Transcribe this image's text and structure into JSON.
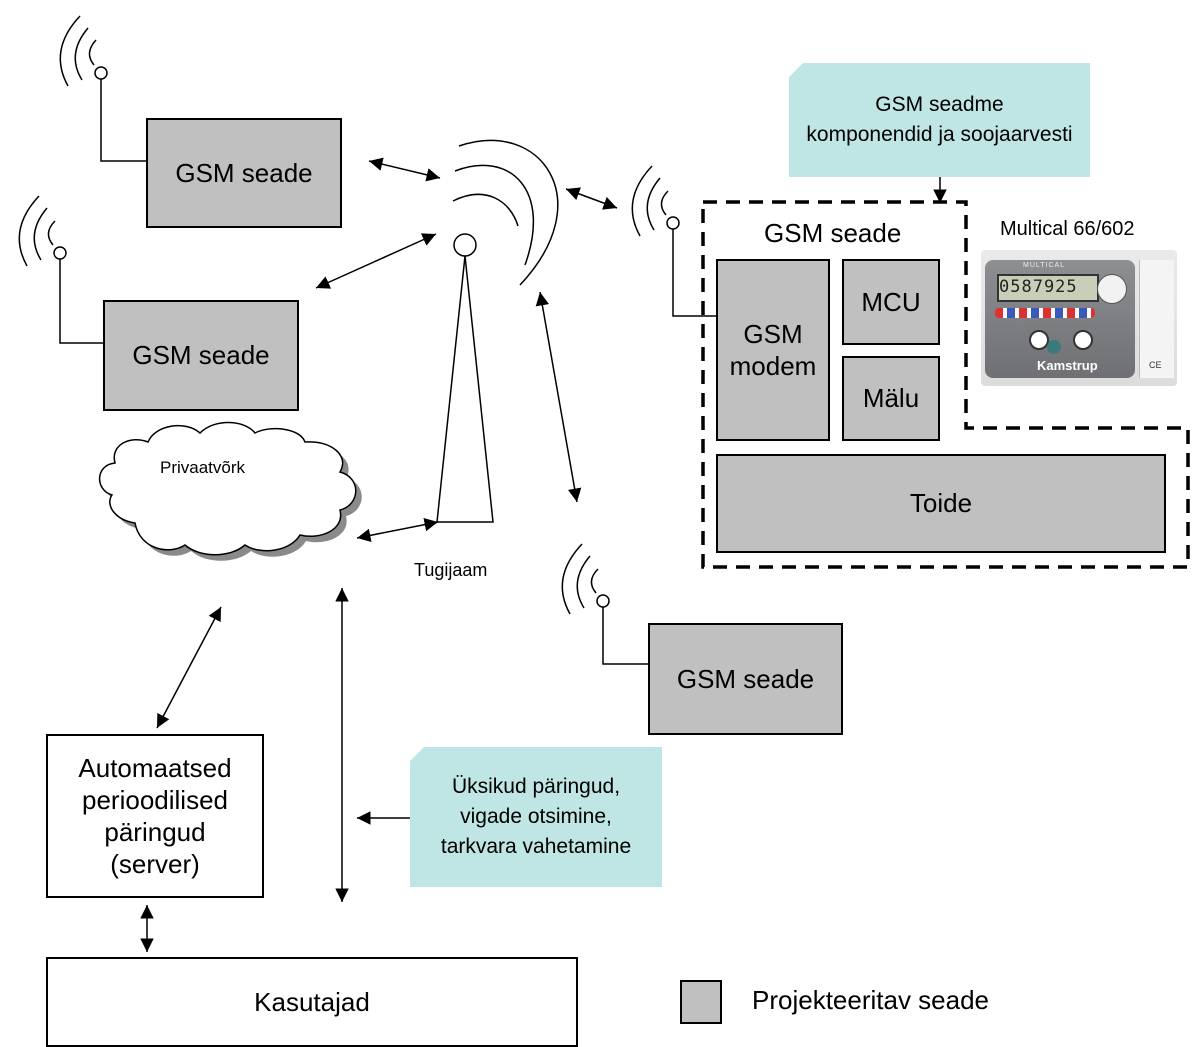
{
  "gsm_devices": [
    {
      "label": "GSM seade"
    },
    {
      "label": "GSM seade"
    },
    {
      "label": "GSM seade"
    }
  ],
  "detail": {
    "title": "GSM seade",
    "modem": "GSM\nmodem",
    "mcu": "MCU",
    "memory": "Mälu",
    "power": "Toide"
  },
  "meter": {
    "title": "Multical 66/602",
    "brand": "MULTICAL",
    "display": "0587925",
    "maker": "Kamstrup",
    "ce": "CE"
  },
  "notes": {
    "components": "GSM seadme\nkomponendid ja soojaarvesti",
    "queries": "Üksikud päringud,\nvigade otsimine,\ntarkvara vahetamine"
  },
  "network": {
    "private": "Privaatvõrk",
    "base_station": "Tugijaam"
  },
  "server": "Automaatsed\nperioodilised\npäringud\n(server)",
  "users": "Kasutajad",
  "legend": {
    "label": "Projekteeritav seade"
  },
  "colors": {
    "device_fill": "#c0c0c0",
    "note_fill": "#bfe6e4"
  }
}
